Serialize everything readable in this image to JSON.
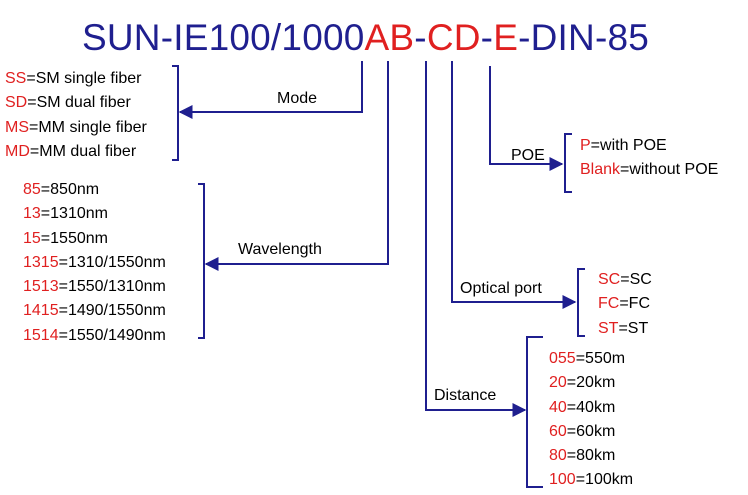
{
  "colors": {
    "base": "#1f1f8f",
    "highlight": "#e02020",
    "lines": "#1f1f8f",
    "text": "#000000"
  },
  "title": {
    "prefix": "SUN-IE100/1000",
    "ab": "AB",
    "sep1": "-",
    "cd": "CD",
    "sep2": "-",
    "e": "E",
    "sep3": "-",
    "suffix": "DIN-85"
  },
  "mode": {
    "label": "Mode",
    "items": [
      {
        "code": "SS",
        "desc": "=SM single fiber"
      },
      {
        "code": "SD",
        "desc": "=SM dual fiber"
      },
      {
        "code": "MS",
        "desc": "=MM single fiber"
      },
      {
        "code": "MD",
        "desc": "=MM dual fiber"
      }
    ]
  },
  "wavelength": {
    "label": "Wavelength",
    "items": [
      {
        "code": "85",
        "desc": "=850nm"
      },
      {
        "code": "13",
        "desc": "=1310nm"
      },
      {
        "code": "15",
        "desc": "=1550nm"
      },
      {
        "code": "1315",
        "desc": "=1310/1550nm"
      },
      {
        "code": "1513",
        "desc": "=1550/1310nm"
      },
      {
        "code": "1415",
        "desc": "=1490/1550nm"
      },
      {
        "code": "1514",
        "desc": "=1550/1490nm"
      }
    ]
  },
  "poe": {
    "label": "POE",
    "items": [
      {
        "code": "P",
        "desc": "=with POE"
      },
      {
        "code": "Blank",
        "desc": "=without POE"
      }
    ]
  },
  "optical_port": {
    "label": "Optical port",
    "items": [
      {
        "code": "SC",
        "desc": "=SC"
      },
      {
        "code": "FC",
        "desc": "=FC"
      },
      {
        "code": "ST",
        "desc": "=ST"
      }
    ]
  },
  "distance": {
    "label": "Distance",
    "items": [
      {
        "code": "055",
        "desc": "=550m"
      },
      {
        "code": "20",
        "desc": "=20km"
      },
      {
        "code": "40",
        "desc": "=40km"
      },
      {
        "code": "60",
        "desc": "=60km"
      },
      {
        "code": "80",
        "desc": "=80km"
      },
      {
        "code": "100",
        "desc": "=100km"
      }
    ]
  }
}
